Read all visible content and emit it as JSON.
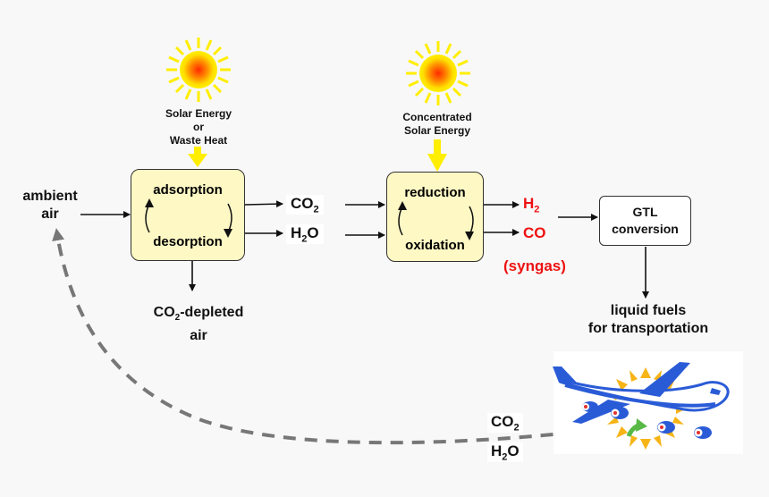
{
  "inputs": {
    "ambient_air": "ambient\nair",
    "ambient_line1": "ambient",
    "ambient_line2": "air"
  },
  "energy_sources": {
    "left_line1": "Solar Energy",
    "left_line2": "or",
    "left_line3": "Waste Heat",
    "right_line1": "Concentrated",
    "right_line2": "Solar Energy"
  },
  "capture_unit": {
    "top": "adsorption",
    "bottom": "desorption"
  },
  "capture_outputs": {
    "co2_main": "CO",
    "co2_sub": "2",
    "h2o_main": "H",
    "h2o_sub": "2",
    "h2o_tail": "O"
  },
  "depleted": {
    "line1_main": "CO",
    "line1_sub": "2",
    "line1_tail": "-depleted",
    "line2": "air"
  },
  "reactor_unit": {
    "top": "reduction",
    "bottom": "oxidation"
  },
  "syngas": {
    "h2_main": "H",
    "h2_sub": "2",
    "co": "CO",
    "label": "(syngas)"
  },
  "gtl": {
    "line1": "GTL",
    "line2": "conversion"
  },
  "fuels": {
    "line1": "liquid fuels",
    "line2": "for transportation"
  },
  "emissions": {
    "co2_main": "CO",
    "co2_sub": "2",
    "h2o_main": "H",
    "h2o_sub": "2",
    "h2o_tail": "O"
  },
  "colors": {
    "sun_yellow": "#ffee00",
    "sun_core": "#ff3a00",
    "box_fill": "#fdf8c4",
    "red_text": "#ee1111",
    "dashed_arrow": "#777777",
    "plane_blue": "#2a5bd7"
  },
  "icons": [
    "sun-icon",
    "sun-icon",
    "airplane-icon"
  ]
}
